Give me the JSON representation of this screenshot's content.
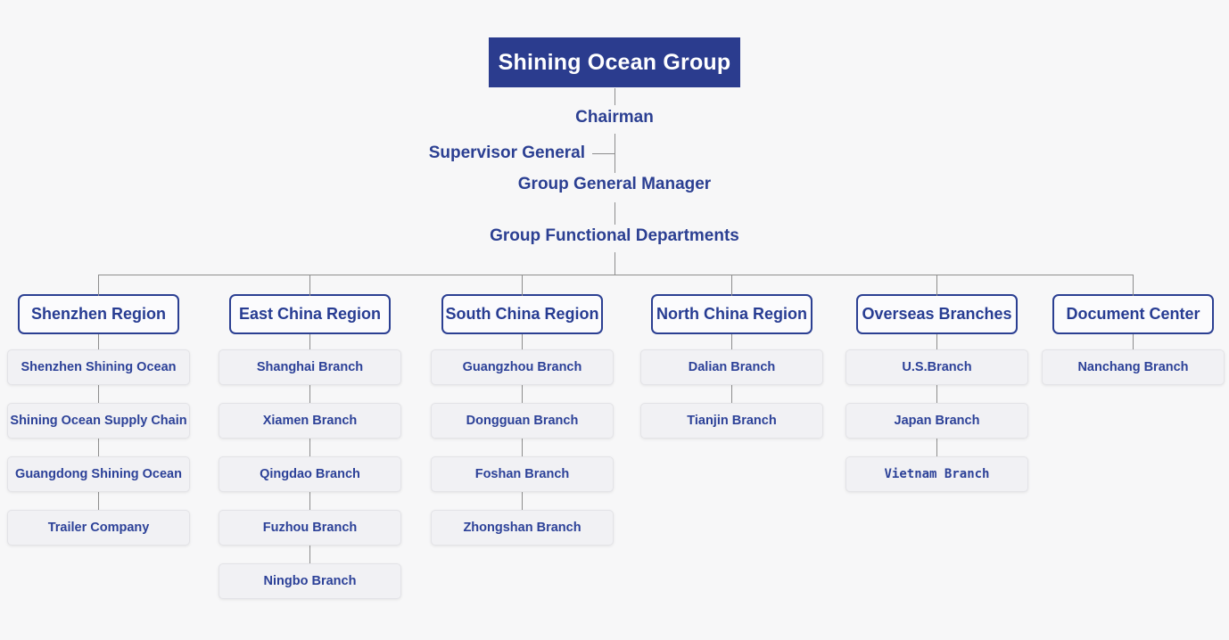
{
  "colors": {
    "brand_dark_blue": "#2b3c8e",
    "text_blue": "#2b3f92",
    "connector_gray": "#8d8d8d",
    "child_box_bg": "#f1f1f4",
    "page_bg": "#f7f7f8"
  },
  "root": {
    "title": "Shining Ocean Group"
  },
  "hierarchy": {
    "chairman": "Chairman",
    "supervisor_general": "Supervisor General",
    "group_general_manager": "Group General Manager",
    "group_functional_departments": "Group Functional Departments"
  },
  "columns": [
    {
      "label": "Shenzhen Region",
      "children": [
        "Shenzhen Shining Ocean",
        "Shining Ocean Supply Chain",
        "Guangdong Shining Ocean",
        "Trailer Company"
      ]
    },
    {
      "label": "East China Region",
      "children": [
        "Shanghai Branch",
        "Xiamen Branch",
        "Qingdao Branch",
        "Fuzhou Branch",
        "Ningbo Branch"
      ]
    },
    {
      "label": "South China Region",
      "children": [
        "Guangzhou Branch",
        "Dongguan Branch",
        "Foshan Branch",
        "Zhongshan Branch"
      ]
    },
    {
      "label": "North China Region",
      "children": [
        "Dalian Branch",
        "Tianjin Branch"
      ]
    },
    {
      "label": "Overseas Branches",
      "children": [
        "U.S.Branch",
        "Japan Branch",
        {
          "label": "Vietnam Branch",
          "mono": true
        }
      ]
    },
    {
      "label": "Document Center",
      "children": [
        "Nanchang Branch"
      ]
    }
  ]
}
